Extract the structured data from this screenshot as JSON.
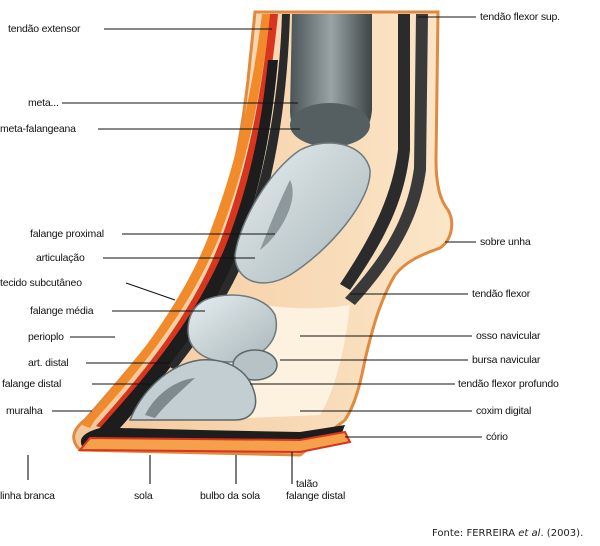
{
  "labels_left": [
    {
      "id": "tendao-extensor",
      "text": "tendão extensor"
    },
    {
      "id": "meta",
      "text": "meta..."
    },
    {
      "id": "meta-falangeana",
      "text": "meta-falangeana"
    },
    {
      "id": "falange-proximal",
      "text": "falange proximal"
    },
    {
      "id": "articulacao",
      "text": "articulação"
    },
    {
      "id": "tecido-subcutaneo",
      "text": "tecido subcutâneo"
    },
    {
      "id": "falange-media",
      "text": "falange média"
    },
    {
      "id": "perioplo",
      "text": "perioplo"
    },
    {
      "id": "art-distal",
      "text": "art. distal"
    },
    {
      "id": "falange-distal",
      "text": "falange distal"
    },
    {
      "id": "muralha",
      "text": "muralha"
    }
  ],
  "labels_right": [
    {
      "id": "tendao-flexor-sup",
      "text": "tendão flexor sup."
    },
    {
      "id": "sobre-unha",
      "text": "sobre unha"
    },
    {
      "id": "tendao-flexor",
      "text": "tendão flexor"
    },
    {
      "id": "osso-navicular",
      "text": "osso navicular"
    },
    {
      "id": "bursa-navicular",
      "text": "bursa navicular"
    },
    {
      "id": "tendao-flexor-profundo",
      "text": "tendão flexor profundo"
    },
    {
      "id": "coxim-digital",
      "text": "coxim digital"
    },
    {
      "id": "corio",
      "text": "cório"
    }
  ],
  "labels_bottom": [
    {
      "id": "linha-branca",
      "text": "linha branca"
    },
    {
      "id": "sola",
      "text": "sola"
    },
    {
      "id": "bulbo-da-sola",
      "text": "bulbo da sola"
    },
    {
      "id": "talao",
      "text": "talão"
    },
    {
      "id": "falange-distal-bottom",
      "text": "falange distal"
    }
  ],
  "source": {
    "prefix": "Fonte: FERREIRA ",
    "italic": "et al",
    "suffix": ". (2003)."
  },
  "colors": {
    "skin": "#f8dcb8",
    "hoof_wall": "#1a1a1a",
    "corium_red": "#d8351e",
    "corium_orange": "#f08a2a",
    "bone": "#c9d4d8",
    "cartilage": "#9aa6aa",
    "tendon": "#2a2a2a"
  }
}
